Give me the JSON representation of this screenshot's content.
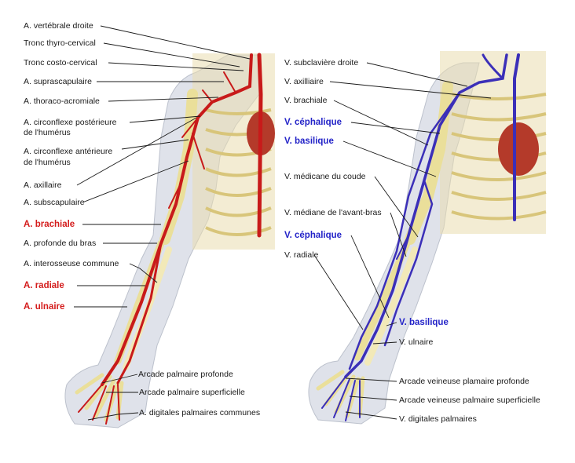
{
  "left_labels": [
    {
      "text": "A. vertébrale droite",
      "tone": "black"
    },
    {
      "text": "Tronc thyro-cervical",
      "tone": "black"
    },
    {
      "text": "Tronc costo-cervical",
      "tone": "black"
    },
    {
      "text": "A. suprascapulaire",
      "tone": "black"
    },
    {
      "text": "A. thoraco-acromiale",
      "tone": "black"
    },
    {
      "text": "A. circonflexe postérieure",
      "tone": "black"
    },
    {
      "text": "de l'humérus",
      "tone": "black"
    },
    {
      "text": "A. circonflexe antérieure",
      "tone": "black"
    },
    {
      "text": "de l'humérus",
      "tone": "black"
    },
    {
      "text": "A. axillaire",
      "tone": "black"
    },
    {
      "text": "A. subscapulaire",
      "tone": "black"
    },
    {
      "text": "A. brachiale",
      "tone": "red"
    },
    {
      "text": "A. profonde du bras",
      "tone": "black"
    },
    {
      "text": "A. interosseuse commune",
      "tone": "black"
    },
    {
      "text": "A. radiale",
      "tone": "red"
    },
    {
      "text": "A. ulnaire",
      "tone": "red"
    },
    {
      "text": "Arcade palmaire profonde",
      "tone": "black"
    },
    {
      "text": "Arcade palmaire superficielle",
      "tone": "black"
    },
    {
      "text": "A. digitales palmaires communes",
      "tone": "black"
    }
  ],
  "right_labels": [
    {
      "text": "V. subclavière droite",
      "tone": "black"
    },
    {
      "text": "V. axilliaire",
      "tone": "black"
    },
    {
      "text": "V. brachiale",
      "tone": "black"
    },
    {
      "text": "V. céphalique",
      "tone": "blue"
    },
    {
      "text": "V. basilique",
      "tone": "blue"
    },
    {
      "text": "V. médicane du coude",
      "tone": "black"
    },
    {
      "text": "V. médiane de l'avant-bras",
      "tone": "black"
    },
    {
      "text": "V. céphalique",
      "tone": "blue"
    },
    {
      "text": "V. radiale",
      "tone": "black"
    },
    {
      "text": "V. basilique",
      "tone": "blue"
    },
    {
      "text": "V. ulnaire",
      "tone": "black"
    },
    {
      "text": "Arcade veineuse plamaire profonde",
      "tone": "black"
    },
    {
      "text": "Arcade veineuse palmaire superficielle",
      "tone": "black"
    },
    {
      "text": "V. digitales palmaires",
      "tone": "black"
    }
  ],
  "colors": {
    "artery": "#c81a1a",
    "vein": "#3b2fb8",
    "bone": "#f0e6a8",
    "skin": "#dfe2ea",
    "leader": "#1a1a1a"
  }
}
